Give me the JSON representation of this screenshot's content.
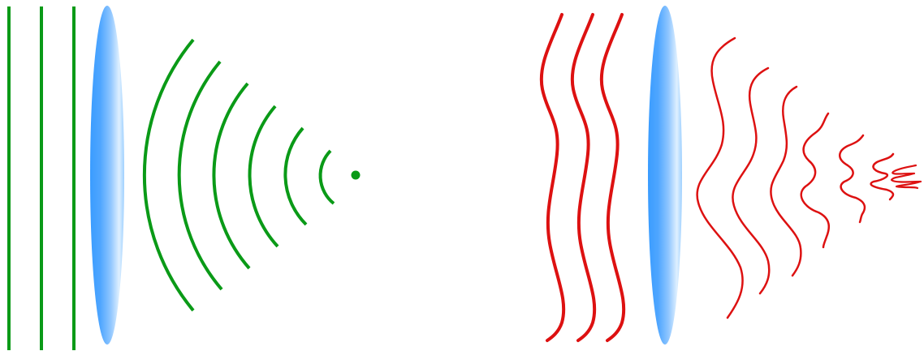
{
  "colors": {
    "background": "#ffffff",
    "ideal_wave": "#0a9a17",
    "aberrated_wave": "#dd1111",
    "lens_center": "#ffffff",
    "lens_mid": "#7fc0ff",
    "lens_edge": "#3a9cff"
  },
  "panels": [
    {
      "id": "ideal-focusing",
      "wave_type": "plane wavefronts converging to a single focal point",
      "incoming_wavefronts": 3,
      "converging_wavefronts": 6,
      "focus": "point"
    },
    {
      "id": "aberrated-focusing",
      "wave_type": "distorted (wavy) wavefronts failing to converge to a point",
      "incoming_wavefronts": 3,
      "converging_wavefronts": 6,
      "focus": "blurred"
    }
  ]
}
